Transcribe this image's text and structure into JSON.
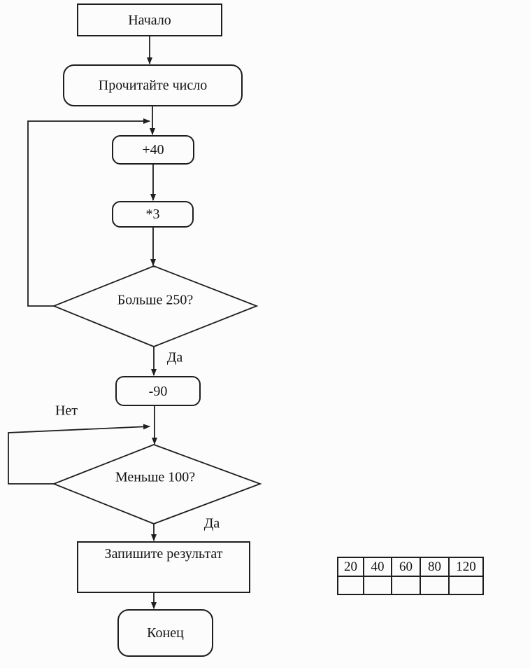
{
  "flowchart": {
    "nodes": {
      "start": "Начало",
      "read": "Прочитайте число",
      "add40": "+40",
      "mul3": "*3",
      "decision1": "Больше 250?",
      "sub90": "-90",
      "decision2": "Меньше 100?",
      "result": "Запишите результат",
      "end": "Конец"
    },
    "edge_labels": {
      "yes1": "Да",
      "no1": "Нет",
      "yes2": "Да"
    }
  },
  "answer_table": {
    "values": [
      "20",
      "40",
      "60",
      "80",
      "120"
    ]
  },
  "colors": {
    "line": "#1e1e1e",
    "background": "#fdfcfc"
  }
}
